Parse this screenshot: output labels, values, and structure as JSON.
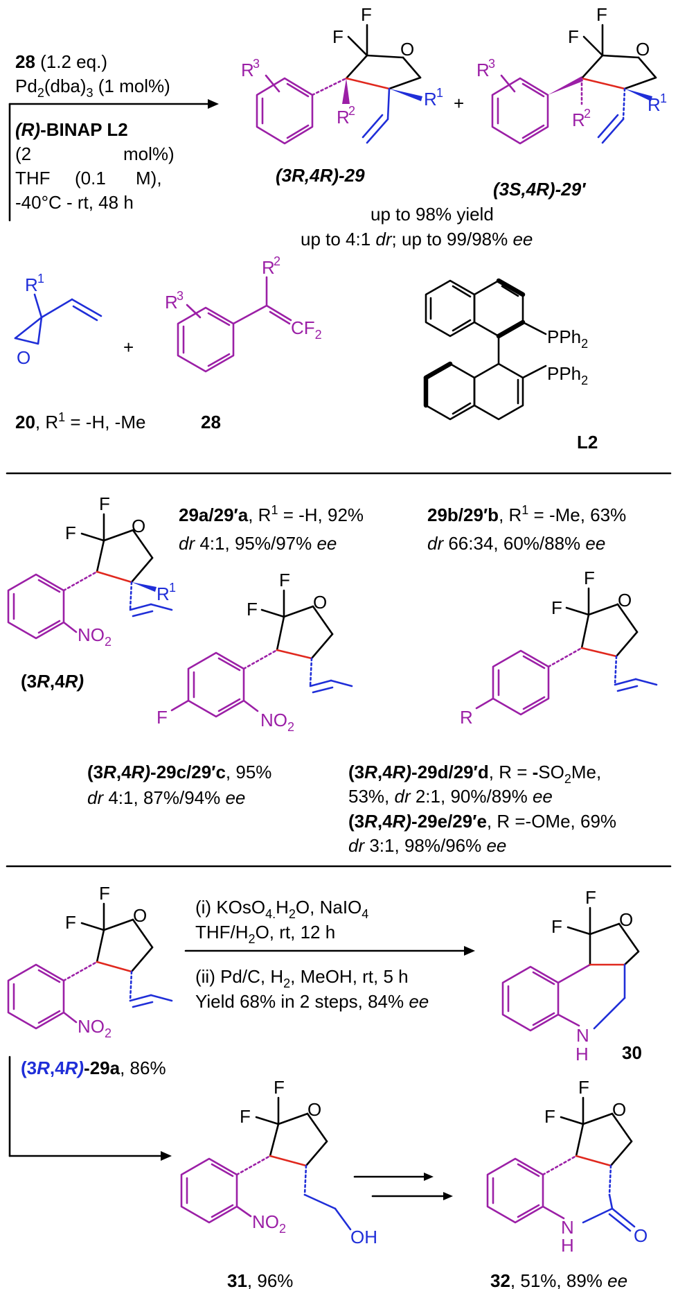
{
  "colors": {
    "black": "#000000",
    "purple": "#9b1fa6",
    "red": "#e0281e",
    "blue": "#1f2ed8"
  },
  "atoms": {
    "F": "F",
    "O": "O",
    "R1": "R",
    "R2": "R",
    "R3": "R",
    "R": "R",
    "NO2": "NO",
    "OH": "OH",
    "H": "H",
    "N": "N",
    "PPh2": "PPh",
    "CF2": "CF",
    "sup1": "1",
    "sup2": "2",
    "sup3": "3",
    "sub2": "2"
  },
  "top": {
    "cond_reagent": "28",
    "cond_reagent_eq": " (1.2 eq.)",
    "cond_pd": "Pd",
    "cond_pd_a": "2",
    "cond_pd_b": "(dba)",
    "cond_pd_c": "3",
    "cond_pd_d": "  (1 mol%)",
    "cond_ligand_a": "(R)",
    "cond_ligand_b": "-BINAP  L2",
    "cond_mol_a": "(2",
    "cond_mol_b": "mol%)",
    "cond_thf_a": "THF",
    "cond_thf_b": "(0.1",
    "cond_thf_c": "M),",
    "cond_temp": "-40°C - rt, 48 h",
    "plus": "+",
    "label_a": "(3R,4R)-29",
    "label_b": "(3S,4R)-29′",
    "yield": "up to 98% yield",
    "sel_a": "up to 4:1 ",
    "sel_b": "dr",
    "sel_c": "; up to 99/98% ",
    "sel_d": "ee"
  },
  "reactants": {
    "label20_a": "20",
    "label20_b": ", R",
    "label20_c": "1",
    "label20_d": " = -H, -Me",
    "label28": "28",
    "labelL2": "L2",
    "plus": "+"
  },
  "examples": {
    "ex_a_1": "29a/29′a",
    "ex_a_2": ", R",
    "ex_a_3": "1",
    "ex_a_4": " = -H, 92%",
    "ex_a_5": "dr",
    "ex_a_6": " 4:1, 95%/97% ",
    "ex_a_7": "ee",
    "ex_b_1": "29b/29′b",
    "ex_b_2": ", R",
    "ex_b_3": "1",
    "ex_b_4": " = -Me, 63%",
    "ex_b_5": "dr",
    "ex_b_6": " 66:34, 60%/88% ",
    "ex_b_7": "ee",
    "stereo_a": "(3",
    "stereo_b": "R",
    "stereo_c": ",4",
    "stereo_d": "R)",
    "ex_c_1": "(3",
    "ex_c_2": "R",
    "ex_c_3": ",4",
    "ex_c_4": "R)",
    "ex_c_5": "-29c/29′c",
    "ex_c_6": ", 95%",
    "ex_c_7": "dr",
    "ex_c_8": " 4:1, 87%/94% ",
    "ex_c_9": "ee",
    "ex_d_1": "(3",
    "ex_d_2": "R",
    "ex_d_3": ",4",
    "ex_d_4": "R)",
    "ex_d_5": "-29d/29′d",
    "ex_d_6": ", R = ",
    "ex_d_7": "-",
    "ex_d_8": "SO",
    "ex_d_9": "2",
    "ex_d_10": "Me,",
    "ex_d_11": "53%, ",
    "ex_d_12": "dr",
    "ex_d_13": " 2:1, 90%/89% ",
    "ex_d_14": "ee",
    "ex_e_1": "(3",
    "ex_e_2": "R",
    "ex_e_3": ",4",
    "ex_e_4": "R)",
    "ex_e_5": "-29e/29′e",
    "ex_e_6": ", R =-OMe, 69%",
    "ex_e_7": "dr",
    "ex_e_8": " 3:1, 98%/96% ",
    "ex_e_9": "ee"
  },
  "bottom": {
    "step1_a": "(i) KOsO",
    "step1_b": "4.",
    "step1_c": "H",
    "step1_d": "2",
    "step1_e": "O, NaIO",
    "step1_f": "4",
    "step1b_a": "THF/H",
    "step1b_b": "2",
    "step1b_c": "O, rt, 12 h",
    "step2_a": "(ii) Pd/C, H",
    "step2_b": "2",
    "step2_c": ", MeOH, rt, 5 h",
    "step2b_a": "Yield 68% in 2 steps, 84% ",
    "step2b_b": "ee",
    "label30": "30",
    "label29a_1": "(3",
    "label29a_2": "R",
    "label29a_3": ",4",
    "label29a_4": "R)",
    "label29a_5": "-29a",
    "label29a_6": ", 86%",
    "label31_a": "31",
    "label31_b": ", 96%",
    "label32_a": "32",
    "label32_b": ", 51%, 89% ",
    "label32_c": "ee"
  }
}
